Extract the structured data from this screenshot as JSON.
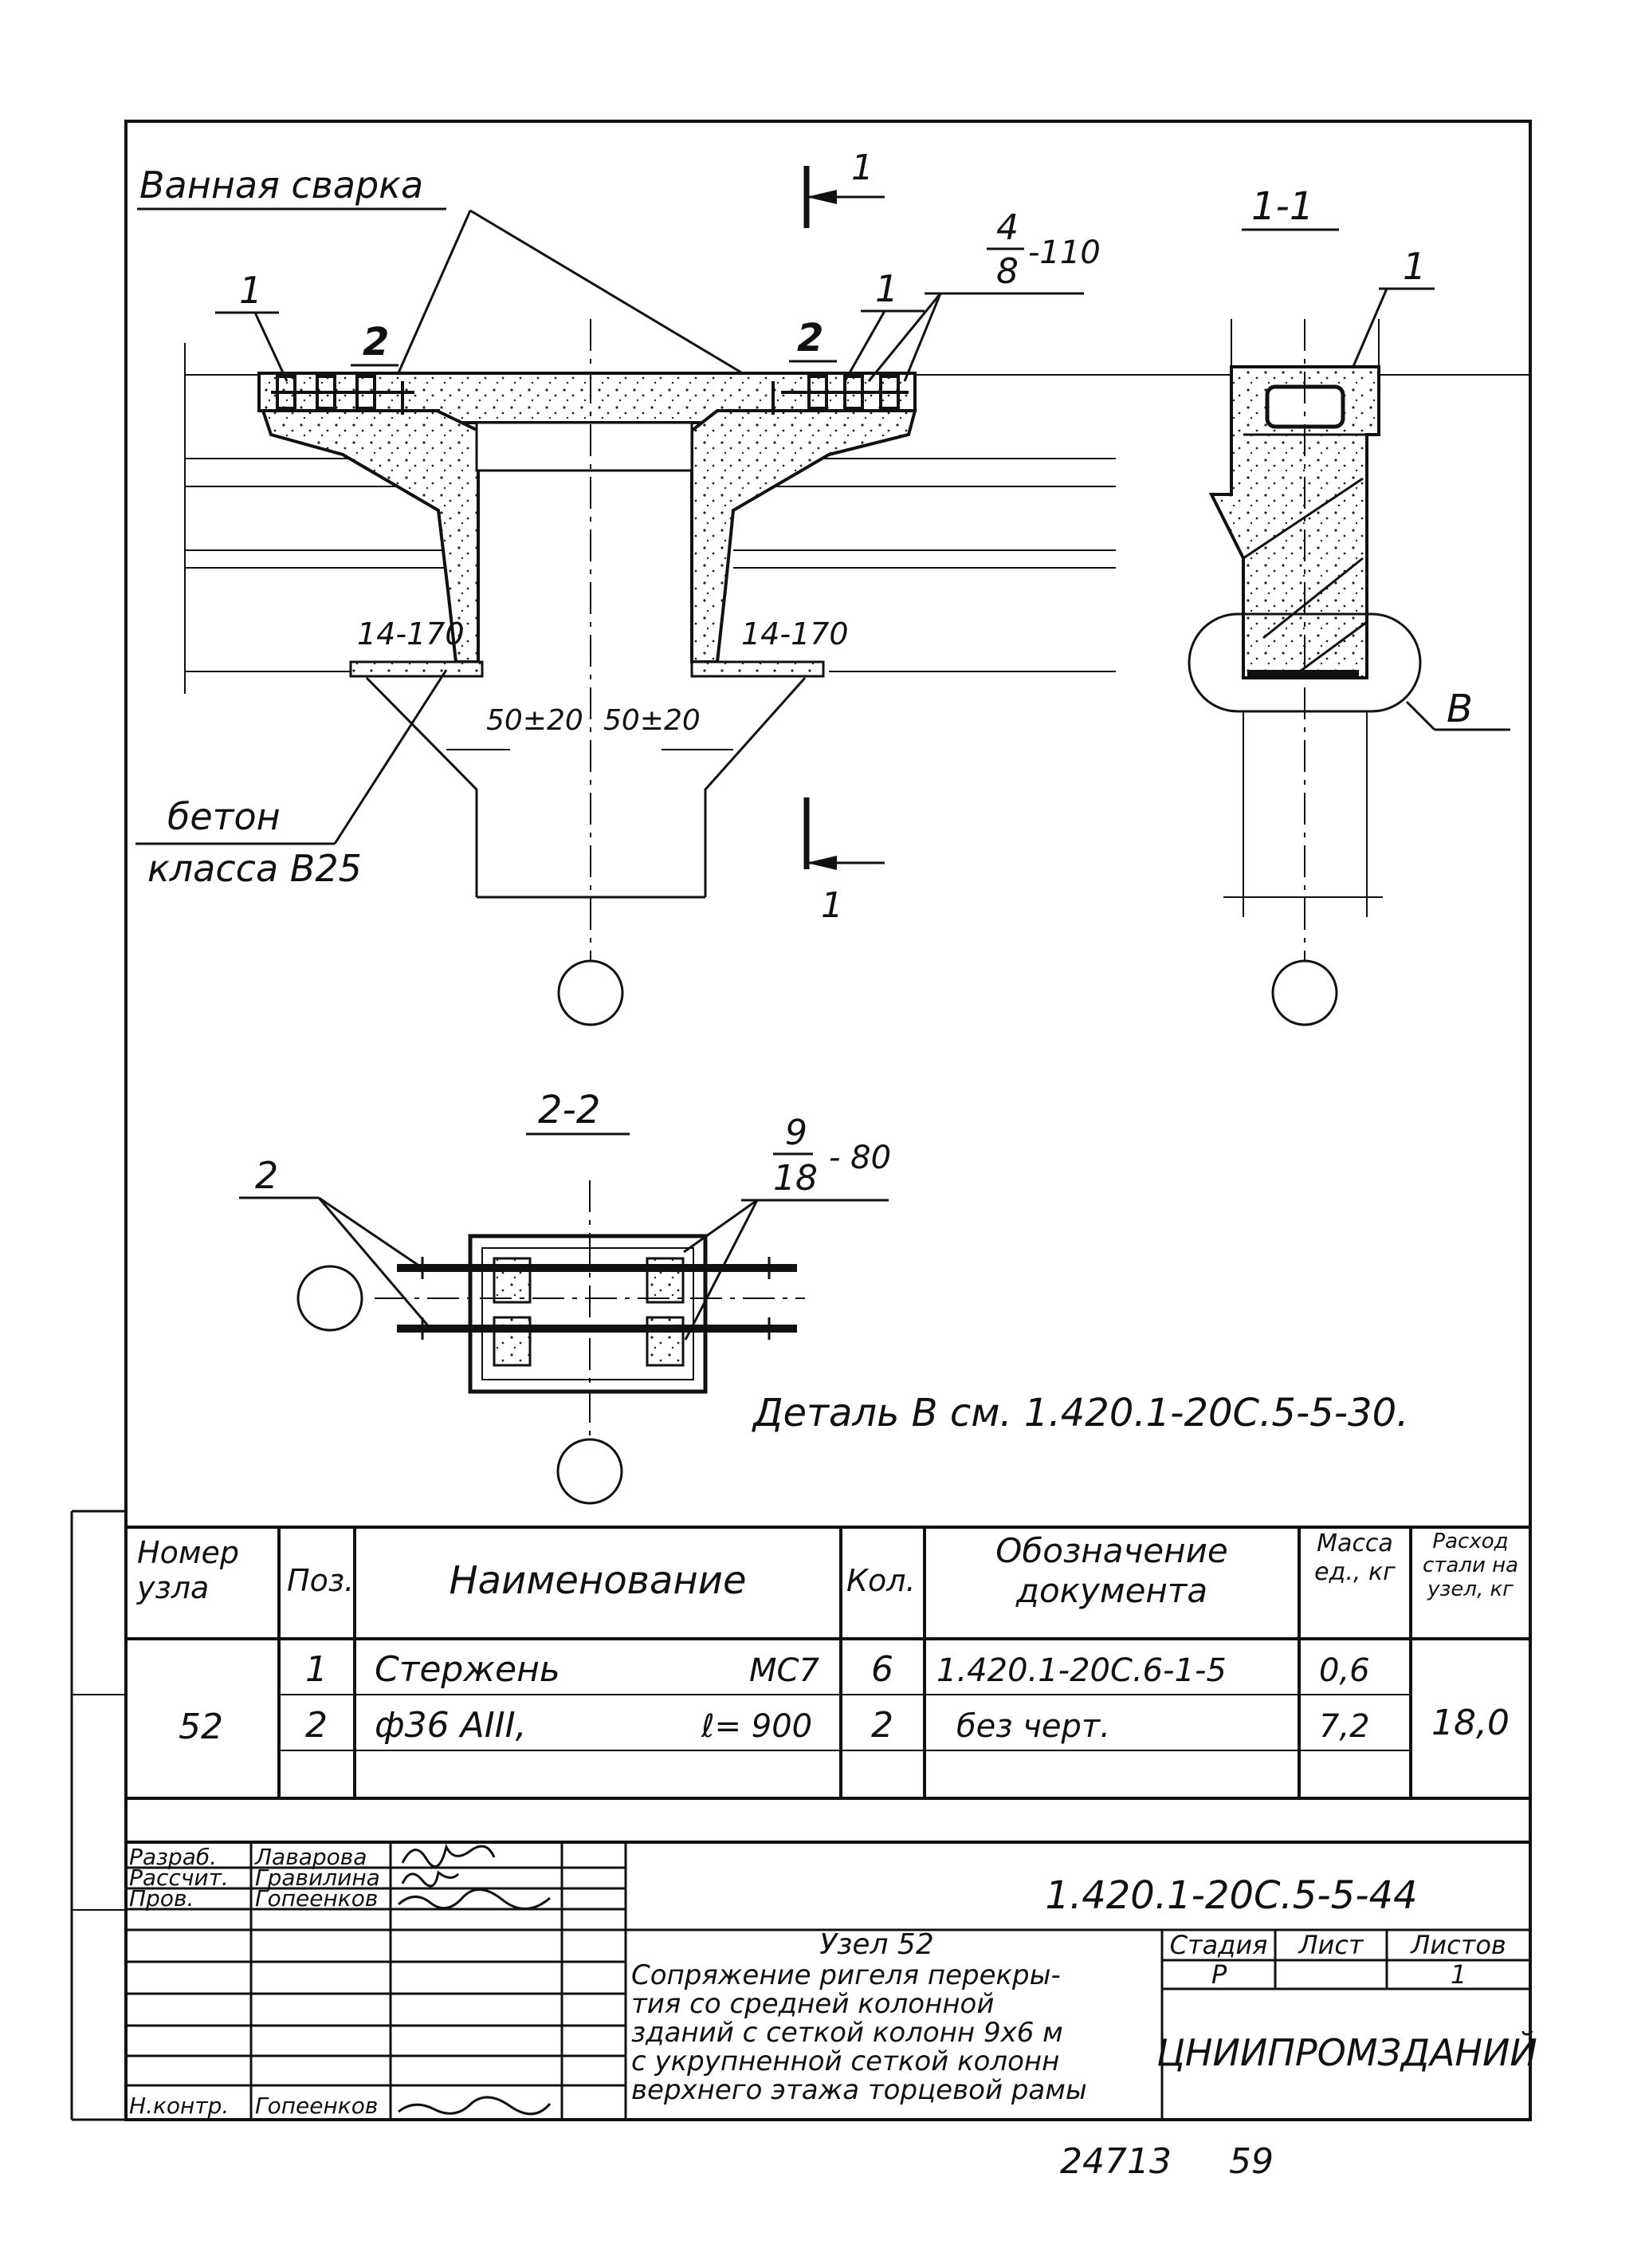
{
  "labels": {
    "weld": "Ванная сварка",
    "section_1_1": "1-1",
    "section_2_2": "2-2",
    "concrete_line1": "бетон",
    "concrete_line2": "класса В25",
    "pos1_a": "1",
    "pos1_b": "1",
    "pos1_c": "1",
    "pos2_a": "2",
    "pos2_b": "2",
    "pos2_c": "2",
    "cut_mark_top": "1",
    "cut_mark_bottom": "1",
    "frac_a_num": "4",
    "frac_a_den": "8",
    "frac_a_step": "-110",
    "dim_left": "14-170",
    "dim_right": "14-170",
    "gap_left": "50±20",
    "gap_right": "50±20",
    "detail_b": "В",
    "frac_b_num": "9",
    "frac_b_den": "18",
    "frac_b_step": "- 80",
    "detail_ref": "Деталь В см. 1.420.1-20С.5-5-30."
  },
  "spec_table": {
    "headers": {
      "node": "Номер узла",
      "pos": "Поз.",
      "name": "Наименование",
      "qty": "Кол.",
      "doc": "Обозначение документа",
      "mass": "Масса ед., кг",
      "steel": "Расход стали на узел, кг"
    },
    "node_number": "52",
    "total_steel": "18,0",
    "rows": [
      {
        "pos": "1",
        "name": "Стержень",
        "mark": "МС7",
        "qty": "6",
        "doc": "1.420.1-20С.6-1-5",
        "mass": "0,6"
      },
      {
        "pos": "2",
        "name": "ф36 АIII,",
        "mark": "ℓ= 900",
        "qty": "2",
        "doc": "без черт.",
        "mass": "7,2"
      }
    ]
  },
  "title_block": {
    "designation": "1.420.1-20С.5-5-44",
    "roles": [
      {
        "role": "Разраб.",
        "name": "Лаварова"
      },
      {
        "role": "Рассчит.",
        "name": "Гравилина"
      },
      {
        "role": "Пров.",
        "name": "Гопеенков"
      },
      {
        "role": "",
        "name": ""
      },
      {
        "role": "",
        "name": ""
      },
      {
        "role": "",
        "name": ""
      },
      {
        "role": "Н.контр.",
        "name": "Гопеенков"
      }
    ],
    "title_lines": [
      "Узел 52",
      "Сопряжение ригеля перекры-",
      "тия со средней колонной",
      "зданий с сеткой колонн 9х6 м",
      "с укрупненной сеткой колонн",
      "верхнего этажа торцевой рамы"
    ],
    "stage_header": "Стадия",
    "sheet_header": "Лист",
    "sheets_header": "Листов",
    "stage": "Р",
    "sheet": "",
    "sheets": "1",
    "organization": "ЦНИИПРОМЗДАНИЙ"
  },
  "footer": {
    "archive_number": "24713",
    "page_number": "59"
  }
}
